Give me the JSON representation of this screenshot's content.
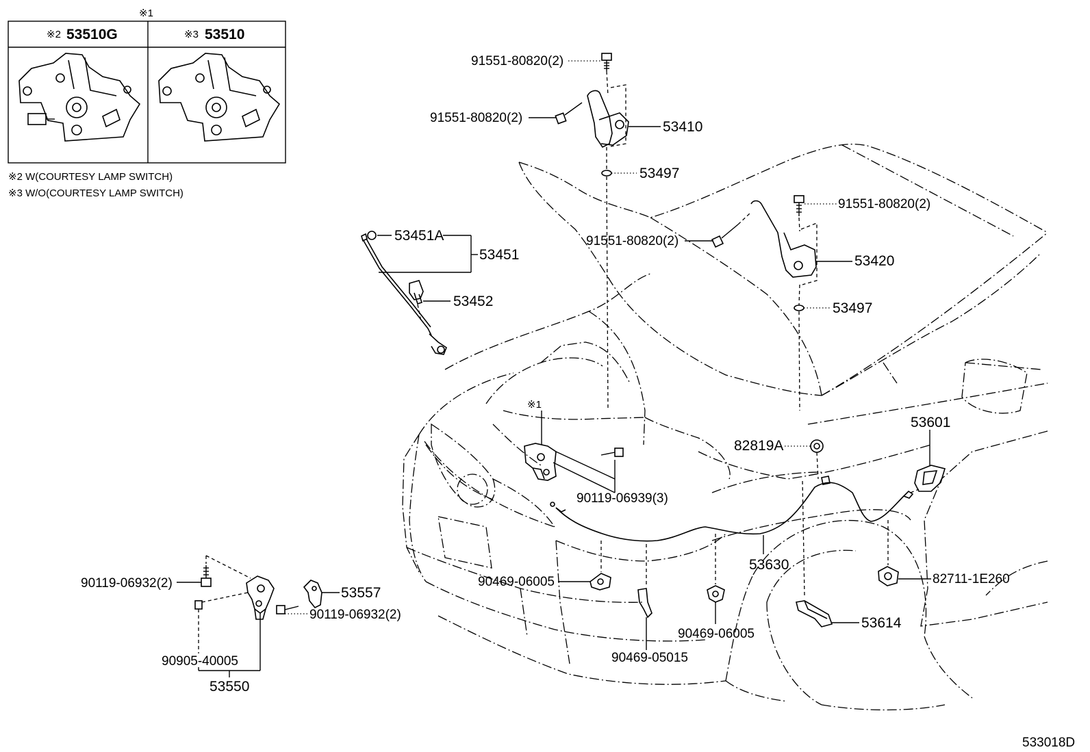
{
  "legend_box": {
    "mark": "※1",
    "col1": {
      "mark": "※2",
      "part": "53510G"
    },
    "col2": {
      "mark": "※3",
      "part": "53510"
    }
  },
  "notes": [
    "※2 W(COURTESY LAMP SWITCH)",
    "※3 W/O(COURTESY LAMP SWITCH)"
  ],
  "labels": {
    "bolt_top": "91551-80820(2)",
    "bolt_left": "91551-80820(2)",
    "hinge_left": "53410",
    "washer_left": "53497",
    "bolt_right_top": "91551-80820(2)",
    "bolt_right_mid": "91551-80820(2)",
    "hinge_right": "53420",
    "washer_right": "53497",
    "grommet_a": "53451A",
    "support_rod": "53451",
    "rod_holder": "53452",
    "lock_mark": "※1",
    "cushion": "82819A",
    "lock_bolts": "90119-06939(3)",
    "lever": "53601",
    "cable": "53630",
    "clamp_left": "90469-06005",
    "clamp_mid": "90469-06005",
    "clamp_bottom": "90469-05015",
    "cable_clamp_right": "82711-1E260",
    "cover": "53614",
    "bolt_lower_a": "90119-06932(2)",
    "bolt_lower_b": "90119-06932(2)",
    "bracket": "53557",
    "pin": "90905-40005",
    "lock_assy": "53550"
  },
  "diagram_id": "533018D"
}
